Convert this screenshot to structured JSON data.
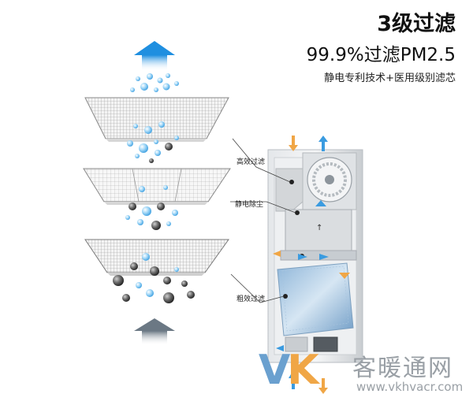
{
  "headline": {
    "title": "3级过滤",
    "subtitle": "99.9%过滤PM2.5",
    "tagline": "静电专利技术+医用级别滤芯"
  },
  "callouts": {
    "high_efficiency": "高效过滤",
    "electrostatic": "静电除尘",
    "coarse": "粗效过滤"
  },
  "watermark": {
    "logo_v": "V",
    "logo_k": "K",
    "name": "暖通网",
    "name_prefix": "客",
    "url": "www.vkhvacr.com"
  },
  "colors": {
    "arrow_blue": "#3a9be0",
    "arrow_orange": "#f0a646",
    "particle_blue": "#7cc2ee",
    "particle_dark": "#444444"
  }
}
